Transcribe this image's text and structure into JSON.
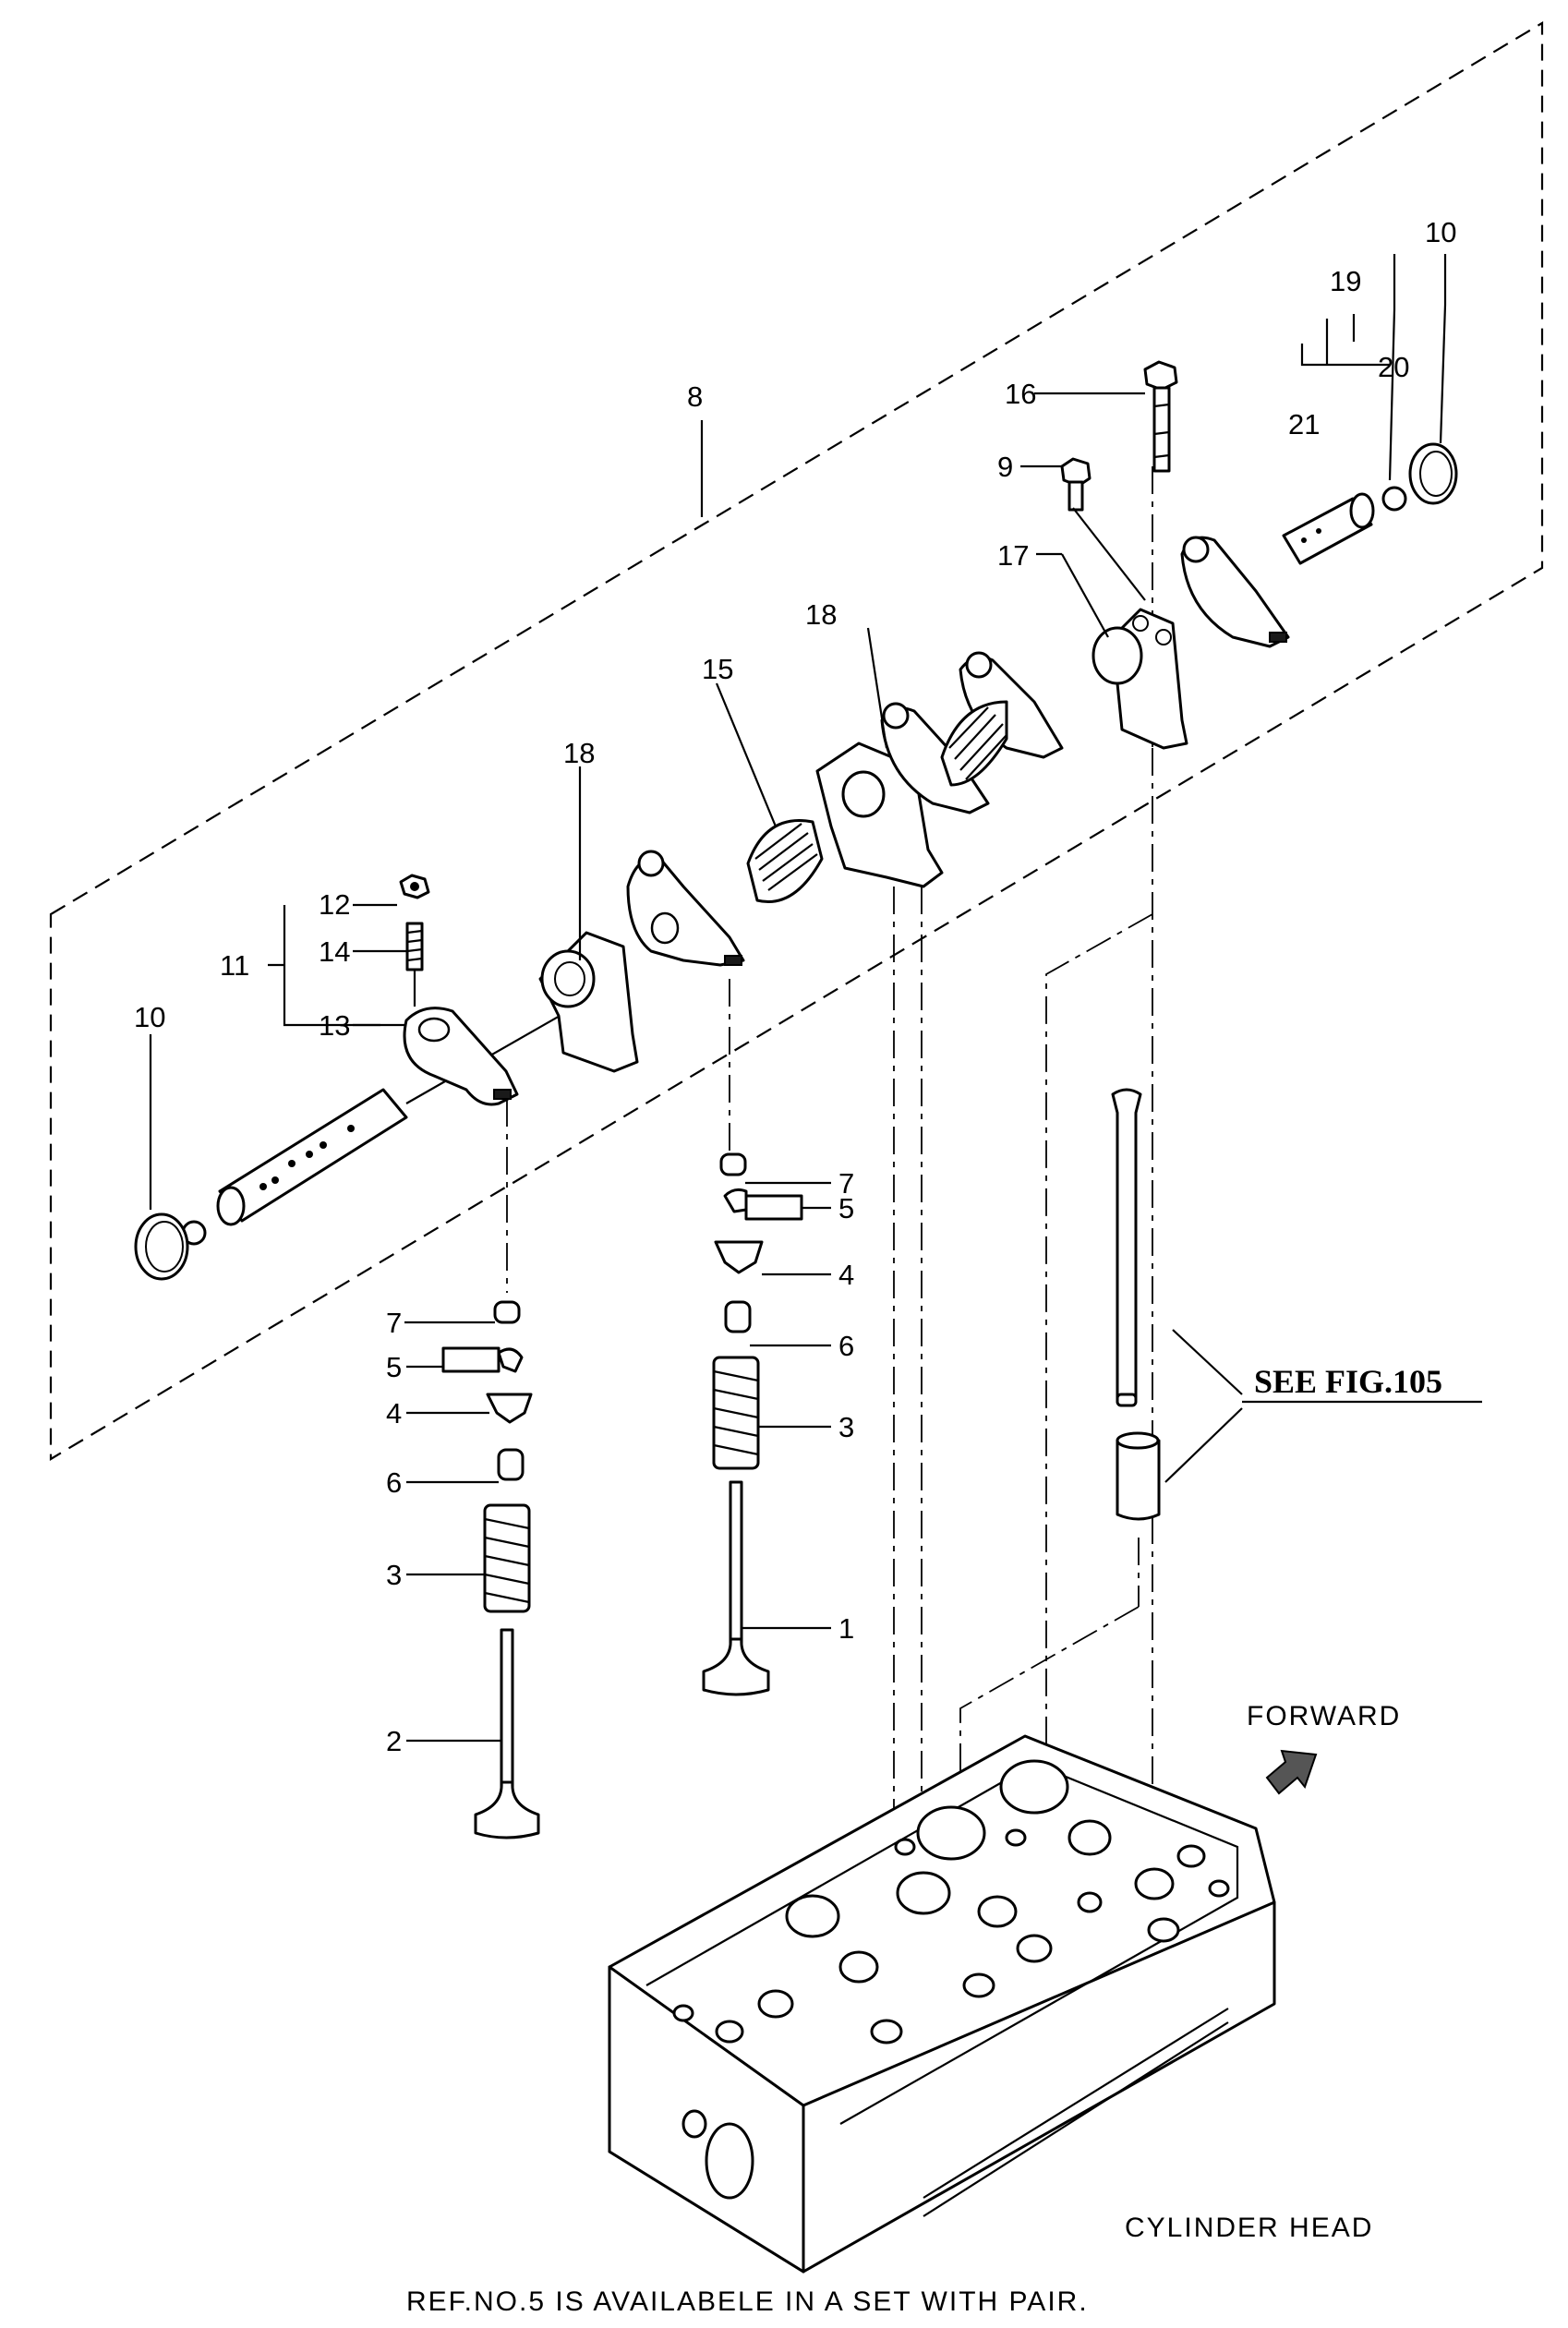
{
  "callouts": {
    "p1": "1",
    "p2": "2",
    "p3a": "3",
    "p3b": "3",
    "p4a": "4",
    "p4b": "4",
    "p5a": "5",
    "p5b": "5",
    "p6a": "6",
    "p6b": "6",
    "p7a": "7",
    "p7b": "7",
    "p8": "8",
    "p9": "9",
    "p10a": "10",
    "p10b": "10",
    "p11": "11",
    "p12": "12",
    "p13": "13",
    "p14": "14",
    "p15": "15",
    "p16": "16",
    "p17": "17",
    "p18a": "18",
    "p18b": "18",
    "p19": "19",
    "p20": "20",
    "p21": "21"
  },
  "see_fig": "SEE FIG.105",
  "forward_label": "FORWARD",
  "cylinder_head_label": "CYLINDER HEAD",
  "footnote": "REF.NO.5 IS AVAILABELE IN A SET WITH PAIR.",
  "colors": {
    "ink": "#000000",
    "paper": "#ffffff"
  }
}
